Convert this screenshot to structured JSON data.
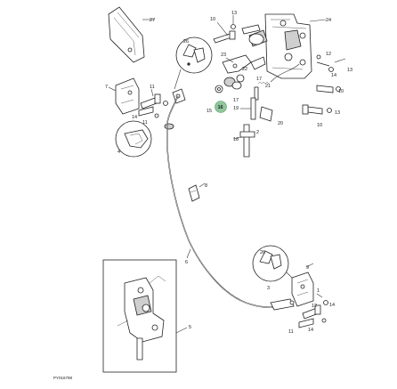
{
  "callouts": {
    "c27": "27",
    "c13a": "13",
    "c10a": "10",
    "c24": "24",
    "c26a": "26",
    "c23": "23",
    "c22": "22",
    "c21": "21",
    "c17a": "17",
    "c12a": "12",
    "c13b": "13",
    "c14a": "14",
    "c7": "7",
    "c11a": "11",
    "c14b": "14",
    "c11b": "11",
    "c17b": "17",
    "c15": "15",
    "c16": "16",
    "c19": "19",
    "c20": "20",
    "c10b": "10",
    "c13c": "13",
    "c10c": "10",
    "c18": "18",
    "c2": "2",
    "c4": "4",
    "c8": "8",
    "c6": "6",
    "c26b": "26",
    "c9": "9",
    "c3": "3",
    "c1": "1",
    "c12b": "12",
    "c14c": "14",
    "c11c": "11",
    "c14d": "14",
    "c5": "5"
  },
  "footer": {
    "code": "PY016798"
  },
  "colors": {
    "ink": "#222222",
    "highlight": "#8fc79a",
    "paper": "#ffffff"
  }
}
